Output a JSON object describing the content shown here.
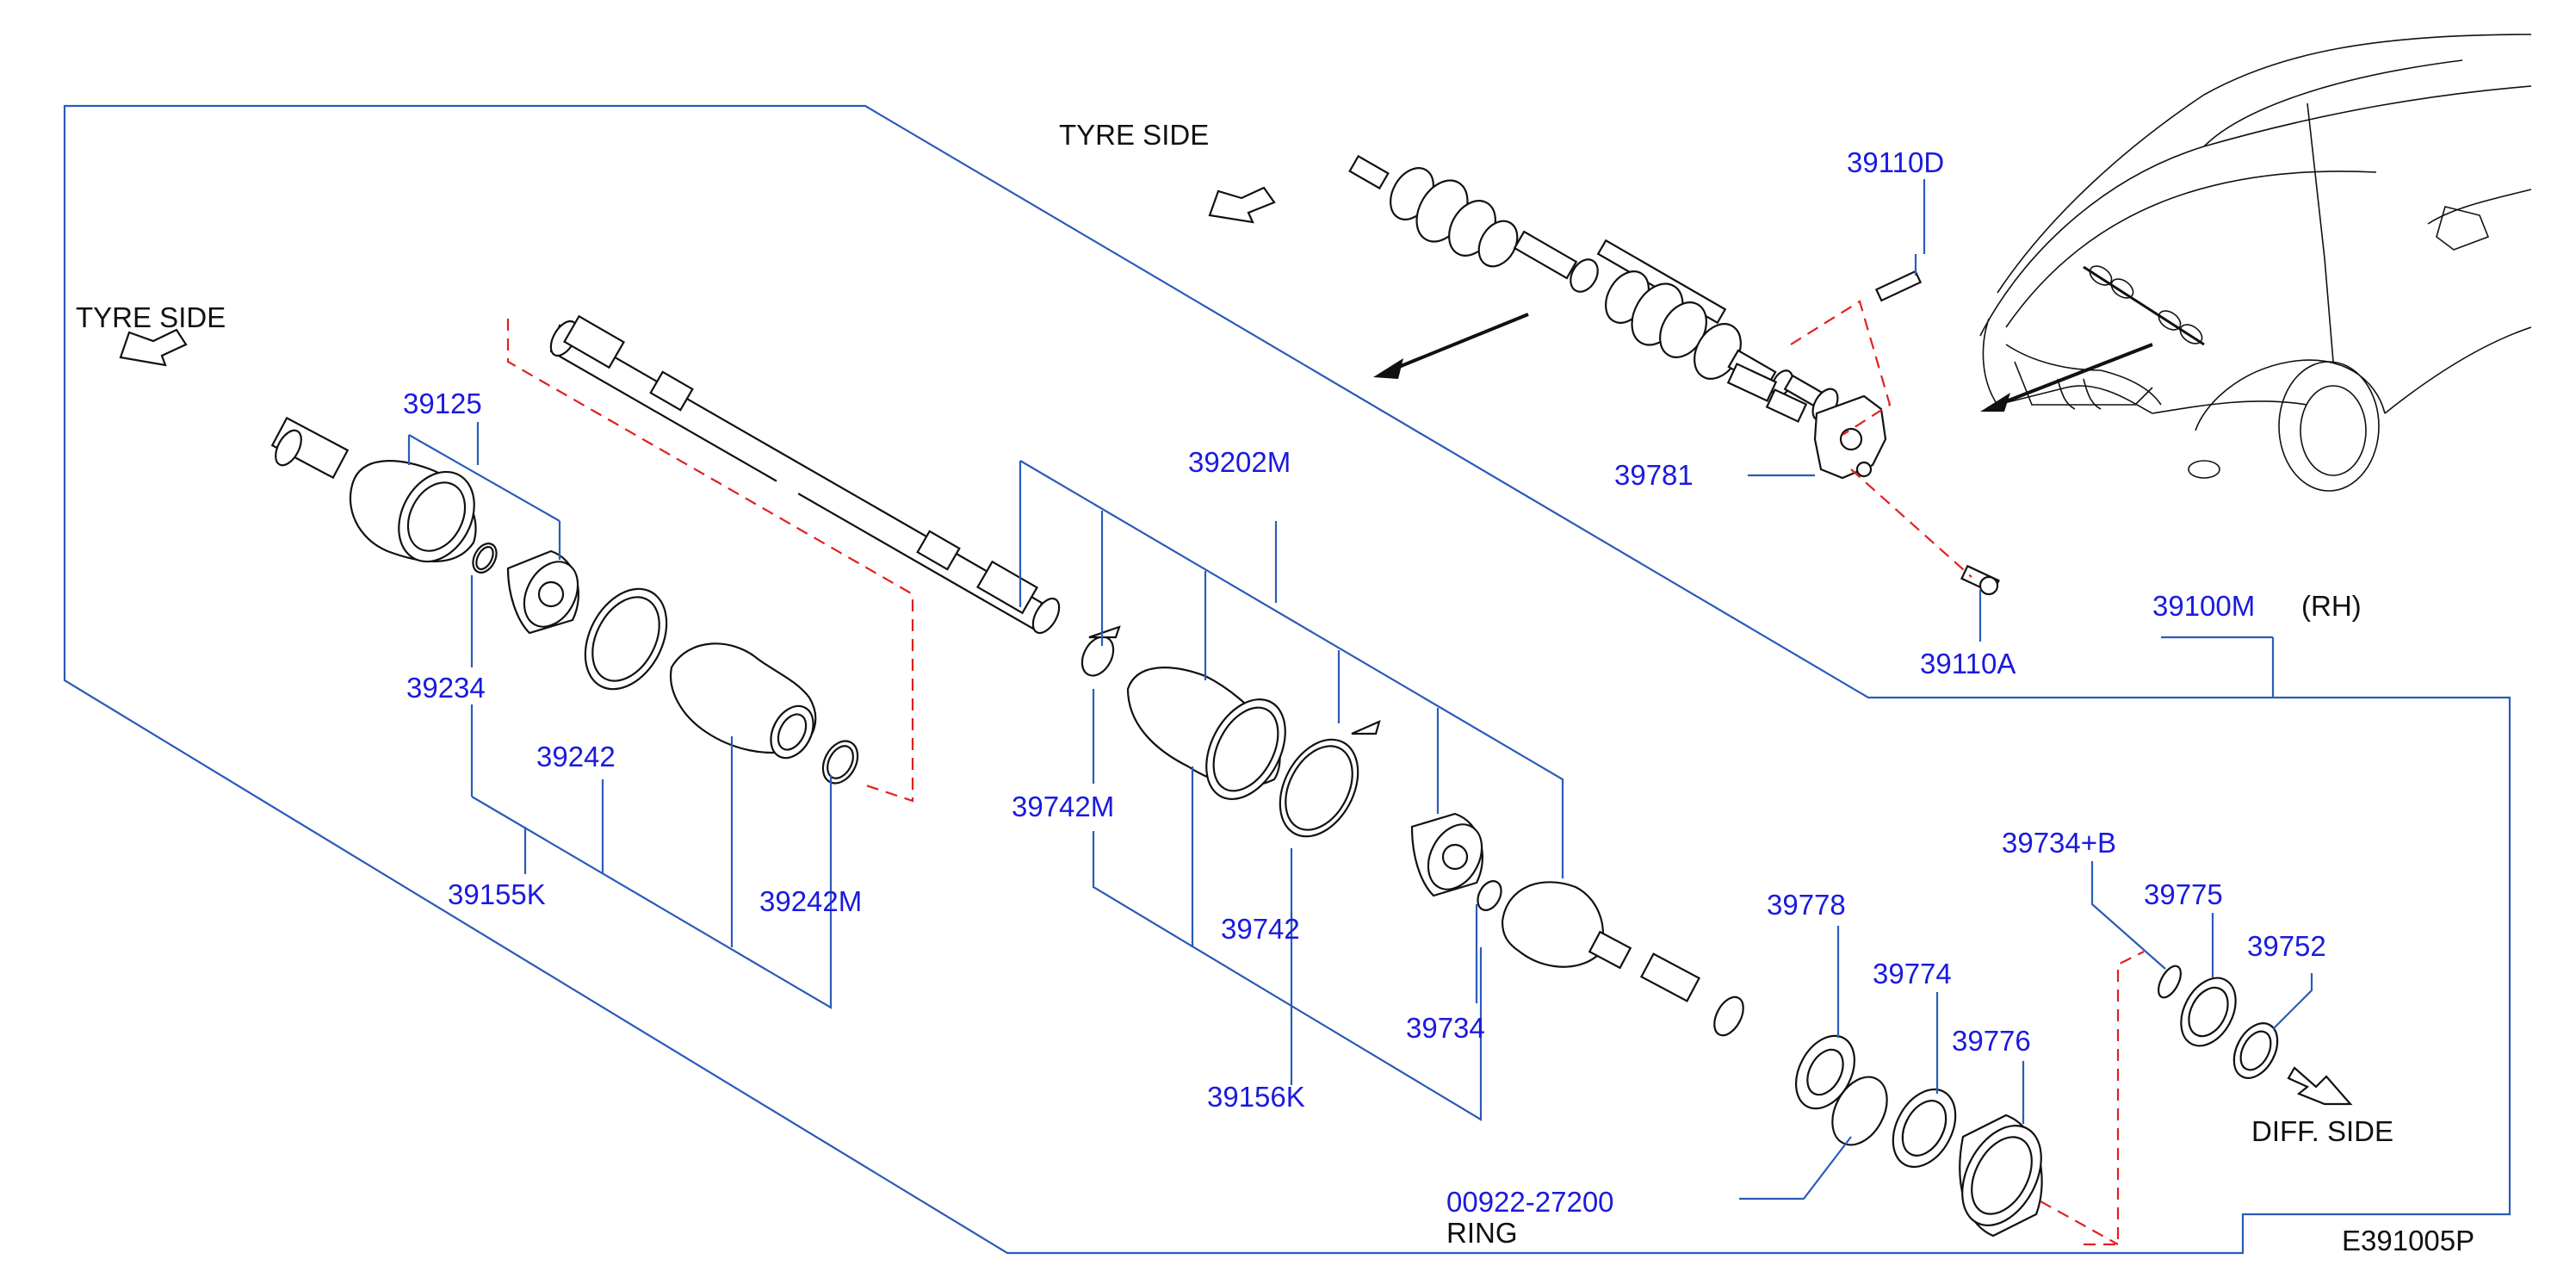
{
  "diagram_code": "E391005P",
  "colors": {
    "part_number": "#1a1adf",
    "leader_line": "#2a5cb8",
    "dashed_guide": "#e02020",
    "text": "#111111"
  },
  "directions": {
    "tyre_side_upper": "TYRE  SIDE",
    "tyre_side_left": "TYRE  SIDE",
    "diff_side": "DIFF.  SIDE"
  },
  "assembly": {
    "number": "39100M",
    "side": "(RH)"
  },
  "parts": {
    "p39110D": "39110D",
    "p39781": "39781",
    "p39110A": "39110A",
    "p39125": "39125",
    "p39234": "39234",
    "p39242": "39242",
    "p39155K": "39155K",
    "p39242M": "39242M",
    "p39202M": "39202M",
    "p39742M": "39742M",
    "p39742": "39742",
    "p39156K": "39156K",
    "p39734": "39734",
    "p39778": "39778",
    "p39774": "39774",
    "p39776": "39776",
    "p39734B": "39734+B",
    "p39775": "39775",
    "p39752": "39752",
    "p00922": "00922-27200"
  },
  "ring_label": "RING",
  "icons": [
    "direction-arrow-icon",
    "vehicle-icon"
  ]
}
